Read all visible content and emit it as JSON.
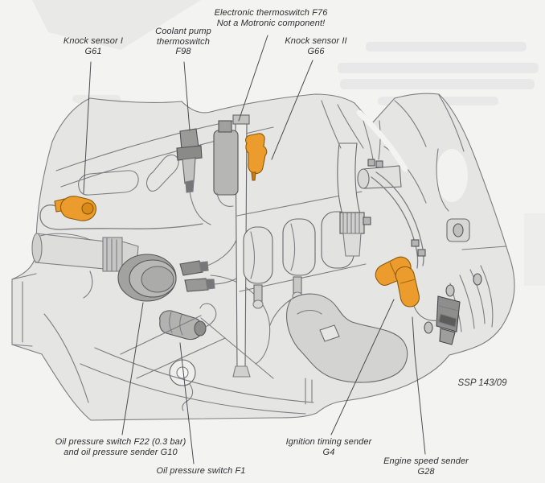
{
  "page": {
    "reference_code": "SSP 143/09",
    "highlight_color": "#EB9C2C",
    "art_gray": "#E5E5E3",
    "line_gray": "#7D7D82"
  },
  "labels": {
    "electronic_thermoswitch": {
      "line1": "Electronic thermoswitch F76",
      "line2": "Not a Motronic component!"
    },
    "knock_sensor_1": {
      "line1": "Knock sensor I",
      "line2": "G61"
    },
    "coolant_pump_thermoswitch": {
      "line1": "Coolant pump",
      "line2": "thermoswitch",
      "line3": "F98"
    },
    "knock_sensor_2": {
      "line1": "Knock sensor II",
      "line2": "G66"
    },
    "oil_pressure_switch_f22": {
      "line1": "Oil pressure switch F22 (0.3 bar)",
      "line2": "and oil pressure sender G10"
    },
    "oil_pressure_switch_f1": {
      "line1": "Oil pressure switch F1"
    },
    "ignition_timing_sender": {
      "line1": "Ignition timing sender",
      "line2": "G4"
    },
    "engine_speed_sender": {
      "line1": "Engine speed sender",
      "line2": "G28"
    }
  }
}
